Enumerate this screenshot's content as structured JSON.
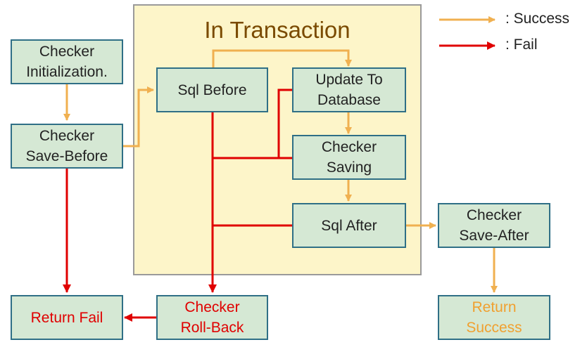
{
  "diagram": {
    "container_title": "In Transaction",
    "legend": {
      "success_label": ": Success",
      "fail_label": ": Fail"
    },
    "colors": {
      "success": "#f0b050",
      "fail": "#e00000",
      "node_fill": "#d5e8d4",
      "node_border": "#2f6f86",
      "container_fill": "#fdf5c9"
    },
    "nodes": {
      "checker_init": "Checker\nInitialization.",
      "checker_save_before": "Checker\nSave-Before",
      "sql_before": "Sql Before",
      "update_db": "Update To\nDatabase",
      "checker_saving": "Checker\nSaving",
      "sql_after": "Sql After",
      "checker_save_after": "Checker\nSave-After",
      "return_fail": "Return Fail",
      "checker_rollback": "Checker\nRoll-Back",
      "return_success": "Return\nSuccess"
    },
    "edges": [
      {
        "from": "checker_init",
        "to": "checker_save_before",
        "type": "success"
      },
      {
        "from": "checker_save_before",
        "to": "sql_before",
        "type": "success"
      },
      {
        "from": "sql_before",
        "to": "update_db",
        "type": "success"
      },
      {
        "from": "update_db",
        "to": "checker_saving",
        "type": "success"
      },
      {
        "from": "checker_saving",
        "to": "sql_after",
        "type": "success"
      },
      {
        "from": "sql_after",
        "to": "checker_save_after",
        "type": "success"
      },
      {
        "from": "checker_save_after",
        "to": "return_success",
        "type": "success"
      },
      {
        "from": "checker_save_before",
        "to": "return_fail",
        "type": "fail"
      },
      {
        "from": "sql_before",
        "to": "checker_rollback",
        "type": "fail"
      },
      {
        "from": "update_db",
        "to": "checker_rollback",
        "type": "fail"
      },
      {
        "from": "checker_saving",
        "to": "checker_rollback",
        "type": "fail"
      },
      {
        "from": "sql_after",
        "to": "checker_rollback",
        "type": "fail"
      },
      {
        "from": "checker_rollback",
        "to": "return_fail",
        "type": "fail"
      }
    ]
  }
}
